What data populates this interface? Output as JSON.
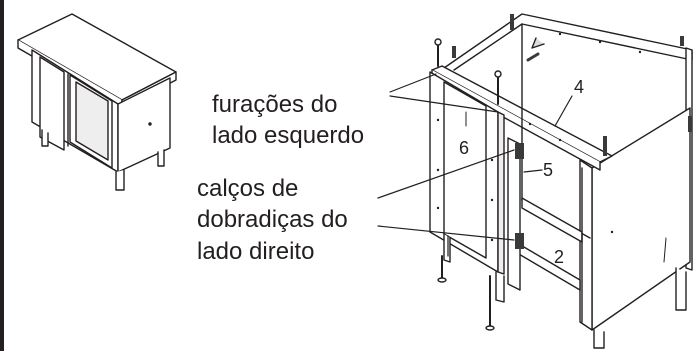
{
  "labels": {
    "left_holes_line1": "furações do",
    "left_holes_line2": "lado esquerdo",
    "hinge_shims_line1": "calços de",
    "hinge_shims_line2": "dobradiças do",
    "hinge_shims_line3": "lado direito"
  },
  "part_numbers": {
    "panel_top": "4",
    "hinge_strip": "5",
    "door": "6",
    "side_panel": "2"
  },
  "colors": {
    "line": "#231f20",
    "fill": "#ffffff",
    "shade": "#e6e6e6",
    "dark": "#3a3a3a"
  }
}
